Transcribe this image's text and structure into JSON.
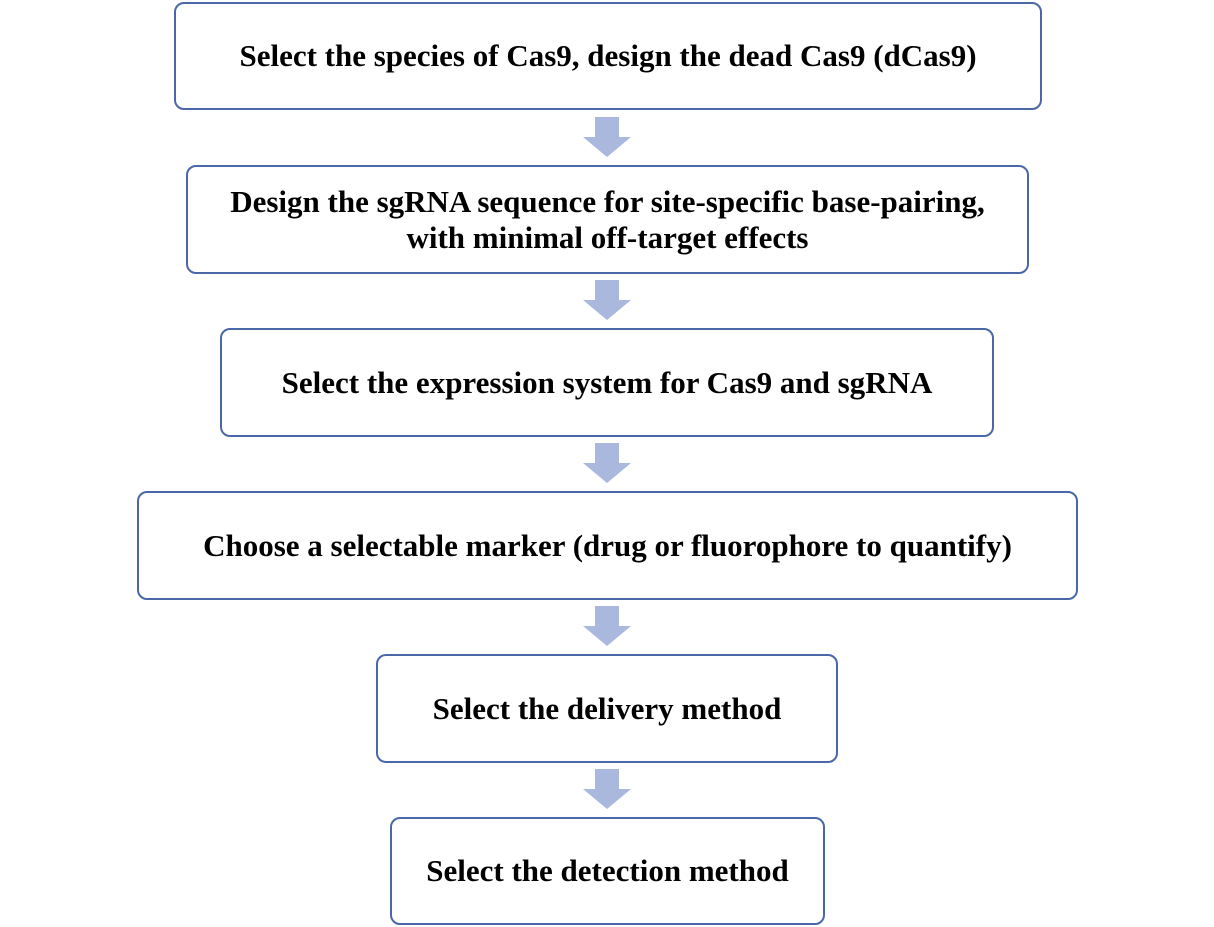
{
  "flowchart": {
    "steps": [
      {
        "line1": "Select the species of Cas9, design the dead Cas9 (dCas9)",
        "line2": ""
      },
      {
        "line1": "Design the sgRNA sequence for site-specific base-pairing,",
        "line2": "with minimal off-target effects"
      },
      {
        "line1": "Select the expression system for Cas9 and sgRNA",
        "line2": ""
      },
      {
        "line1": "Choose a selectable marker (drug or fluorophore to quantify)",
        "line2": ""
      },
      {
        "line1": "Select the delivery method",
        "line2": ""
      },
      {
        "line1": "Select the detection method",
        "line2": ""
      }
    ]
  },
  "colors": {
    "box_border": "#4a67a8",
    "arrow_fill": "#a9b8dc",
    "text": "#000000"
  }
}
